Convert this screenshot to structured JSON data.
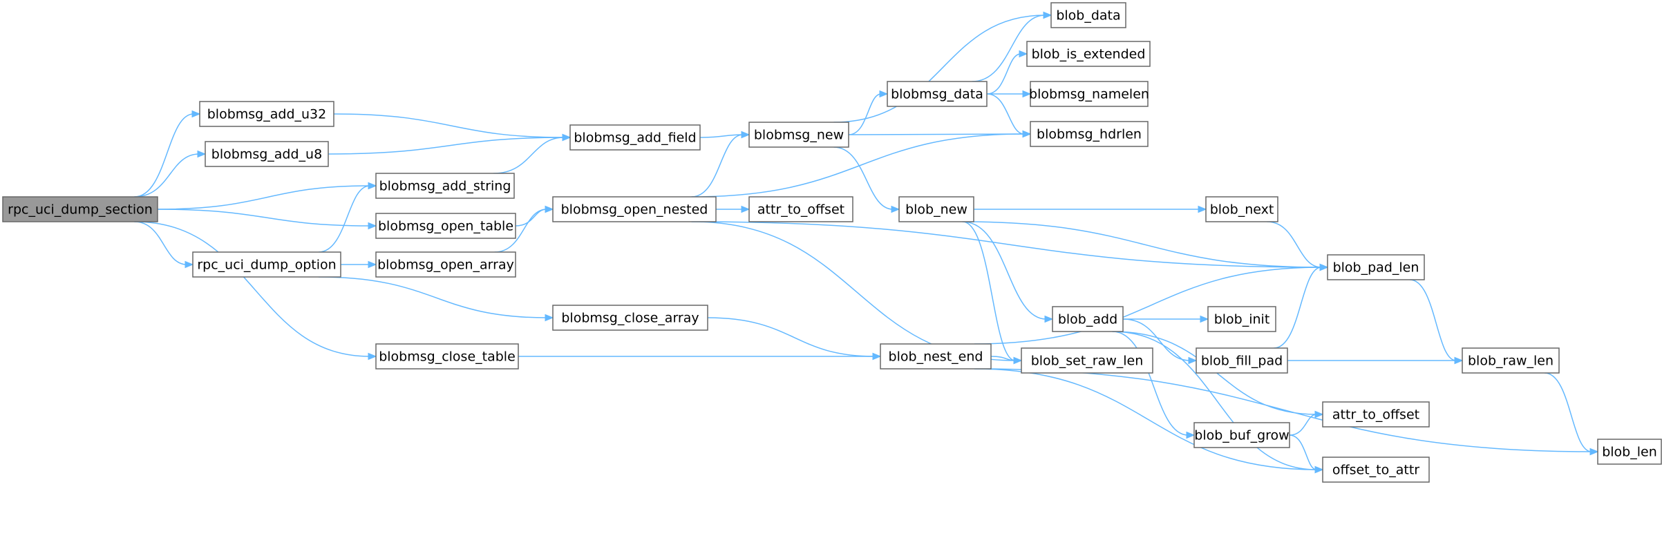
{
  "diagram": {
    "type": "call-graph",
    "colors": {
      "edge": "#63b8ff",
      "node_border": "#666666",
      "node_fill": "#ffffff",
      "root_fill": "#999999",
      "text": "#000000"
    },
    "nodes": [
      {
        "id": "rpc_uci_dump_section",
        "label": "rpc_uci_dump_section",
        "root": true
      },
      {
        "id": "blobmsg_add_u32",
        "label": "blobmsg_add_u32"
      },
      {
        "id": "blobmsg_add_u8",
        "label": "blobmsg_add_u8"
      },
      {
        "id": "blobmsg_add_string",
        "label": "blobmsg_add_string"
      },
      {
        "id": "blobmsg_open_table",
        "label": "blobmsg_open_table"
      },
      {
        "id": "rpc_uci_dump_option",
        "label": "rpc_uci_dump_option"
      },
      {
        "id": "blobmsg_open_array",
        "label": "blobmsg_open_array"
      },
      {
        "id": "blobmsg_close_table",
        "label": "blobmsg_close_table"
      },
      {
        "id": "blobmsg_add_field",
        "label": "blobmsg_add_field"
      },
      {
        "id": "blobmsg_open_nested",
        "label": "blobmsg_open_nested"
      },
      {
        "id": "blobmsg_close_array",
        "label": "blobmsg_close_array"
      },
      {
        "id": "blobmsg_new",
        "label": "blobmsg_new"
      },
      {
        "id": "attr_to_offset_1",
        "label": "attr_to_offset"
      },
      {
        "id": "blob_nest_end",
        "label": "blob_nest_end"
      },
      {
        "id": "blobmsg_data",
        "label": "blobmsg_data"
      },
      {
        "id": "blob_new",
        "label": "blob_new"
      },
      {
        "id": "blob_add",
        "label": "blob_add"
      },
      {
        "id": "blob_data",
        "label": "blob_data"
      },
      {
        "id": "blob_is_extended",
        "label": "blob_is_extended"
      },
      {
        "id": "blobmsg_namelen",
        "label": "blobmsg_namelen"
      },
      {
        "id": "blobmsg_hdrlen",
        "label": "blobmsg_hdrlen"
      },
      {
        "id": "blob_set_raw_len",
        "label": "blob_set_raw_len"
      },
      {
        "id": "blob_next",
        "label": "blob_next"
      },
      {
        "id": "blob_init",
        "label": "blob_init"
      },
      {
        "id": "blob_fill_pad",
        "label": "blob_fill_pad"
      },
      {
        "id": "blob_buf_grow",
        "label": "blob_buf_grow"
      },
      {
        "id": "blob_pad_len",
        "label": "blob_pad_len"
      },
      {
        "id": "attr_to_offset_2",
        "label": "attr_to_offset"
      },
      {
        "id": "offset_to_attr",
        "label": "offset_to_attr"
      },
      {
        "id": "blob_raw_len",
        "label": "blob_raw_len"
      },
      {
        "id": "blob_len",
        "label": "blob_len"
      }
    ],
    "edges": [
      [
        "rpc_uci_dump_section",
        "blobmsg_add_u32"
      ],
      [
        "rpc_uci_dump_section",
        "blobmsg_add_u8"
      ],
      [
        "rpc_uci_dump_section",
        "blobmsg_add_string"
      ],
      [
        "rpc_uci_dump_section",
        "blobmsg_open_table"
      ],
      [
        "rpc_uci_dump_section",
        "rpc_uci_dump_option"
      ],
      [
        "rpc_uci_dump_section",
        "blobmsg_close_table"
      ],
      [
        "blobmsg_add_u32",
        "blobmsg_add_field"
      ],
      [
        "blobmsg_add_u8",
        "blobmsg_add_field"
      ],
      [
        "blobmsg_add_string",
        "blobmsg_add_field"
      ],
      [
        "rpc_uci_dump_option",
        "blobmsg_add_string"
      ],
      [
        "rpc_uci_dump_option",
        "blobmsg_open_array"
      ],
      [
        "rpc_uci_dump_option",
        "blobmsg_close_array"
      ],
      [
        "blobmsg_open_table",
        "blobmsg_open_nested"
      ],
      [
        "blobmsg_open_array",
        "blobmsg_open_nested"
      ],
      [
        "blobmsg_close_table",
        "blob_nest_end"
      ],
      [
        "blobmsg_close_array",
        "blob_nest_end"
      ],
      [
        "blobmsg_add_field",
        "blobmsg_new"
      ],
      [
        "blobmsg_open_nested",
        "blobmsg_new"
      ],
      [
        "blobmsg_open_nested",
        "attr_to_offset_1"
      ],
      [
        "blobmsg_open_nested",
        "blobmsg_hdrlen"
      ],
      [
        "blobmsg_open_nested",
        "blob_pad_len"
      ],
      [
        "blobmsg_open_nested",
        "blob_set_raw_len"
      ],
      [
        "blobmsg_new",
        "blob_data"
      ],
      [
        "blobmsg_new",
        "blobmsg_data"
      ],
      [
        "blobmsg_new",
        "blobmsg_hdrlen"
      ],
      [
        "blobmsg_new",
        "blob_new"
      ],
      [
        "blobmsg_data",
        "blob_data"
      ],
      [
        "blobmsg_data",
        "blob_is_extended"
      ],
      [
        "blobmsg_data",
        "blobmsg_namelen"
      ],
      [
        "blobmsg_data",
        "blobmsg_hdrlen"
      ],
      [
        "blob_new",
        "blob_pad_len"
      ],
      [
        "blob_new",
        "blob_next"
      ],
      [
        "blob_new",
        "blob_add"
      ],
      [
        "blob_new",
        "blob_set_raw_len"
      ],
      [
        "blob_next",
        "blob_pad_len"
      ],
      [
        "blob_nest_end",
        "blob_pad_len"
      ],
      [
        "blob_nest_end",
        "blob_set_raw_len"
      ],
      [
        "blob_nest_end",
        "offset_to_attr"
      ],
      [
        "blob_nest_end",
        "blob_len"
      ],
      [
        "blob_add",
        "blob_init"
      ],
      [
        "blob_add",
        "blob_fill_pad"
      ],
      [
        "blob_add",
        "attr_to_offset_2"
      ],
      [
        "blob_add",
        "blob_buf_grow"
      ],
      [
        "blob_add",
        "offset_to_attr"
      ],
      [
        "blob_fill_pad",
        "blob_pad_len"
      ],
      [
        "blob_fill_pad",
        "blob_raw_len"
      ],
      [
        "blob_buf_grow",
        "attr_to_offset_2"
      ],
      [
        "blob_buf_grow",
        "offset_to_attr"
      ],
      [
        "blob_pad_len",
        "blob_raw_len"
      ],
      [
        "blob_raw_len",
        "blob_len"
      ]
    ]
  }
}
